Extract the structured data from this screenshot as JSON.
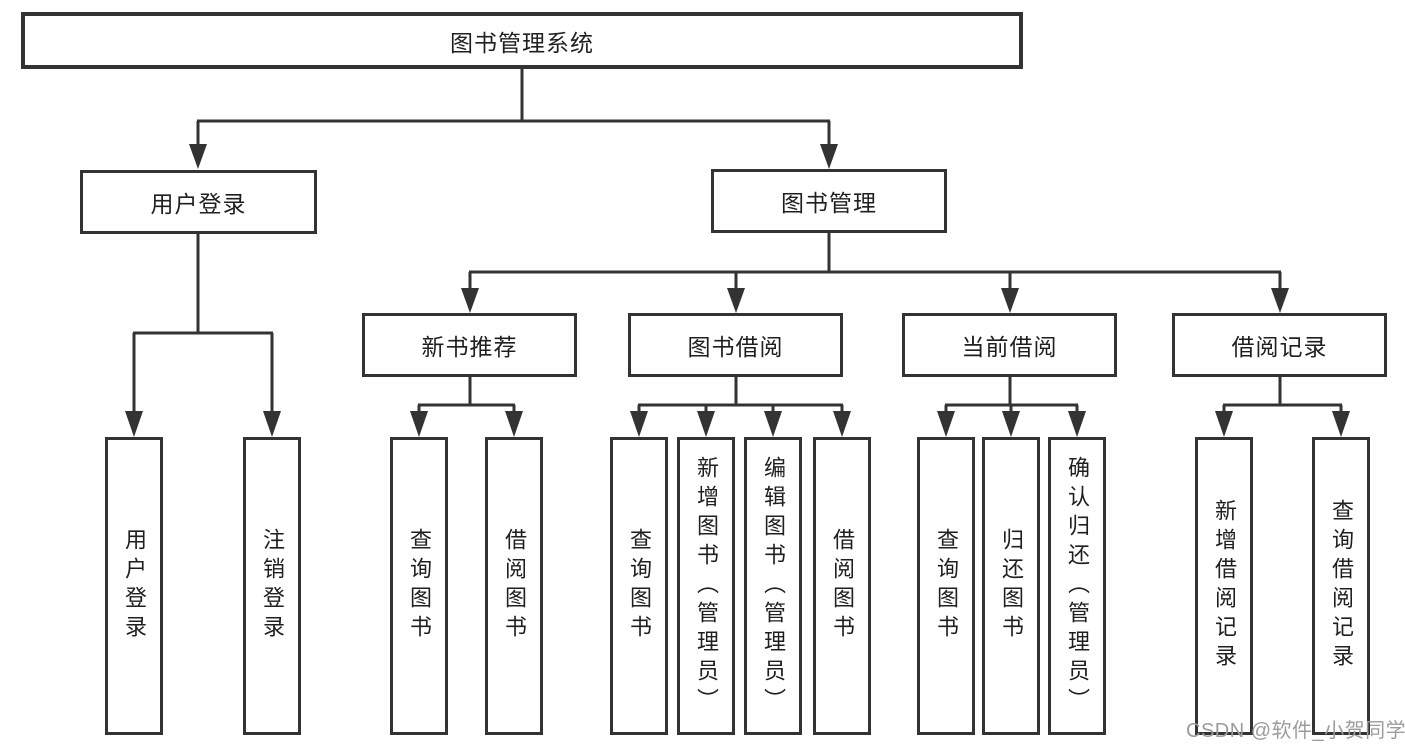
{
  "colors": {
    "line": "#333333",
    "box_border": "#333333",
    "box_background": "#ffffff",
    "text": "#1f1f1f",
    "watermark": "#9c9c9c",
    "background": "#ffffff"
  },
  "watermark": {
    "text": "CSDN @软件_小贺同学"
  },
  "tree": {
    "label": "图书管理系统",
    "children": [
      {
        "label": "用户登录",
        "children": [
          {
            "label": "用户登录"
          },
          {
            "label": "注销登录"
          }
        ]
      },
      {
        "label": "图书管理",
        "children": [
          {
            "label": "新书推荐",
            "children": [
              {
                "label": "查询图书"
              },
              {
                "label": "借阅图书"
              }
            ]
          },
          {
            "label": "图书借阅",
            "children": [
              {
                "label": "查询图书"
              },
              {
                "label": "新增图书（管理员）"
              },
              {
                "label": "编辑图书（管理员）"
              },
              {
                "label": "借阅图书"
              }
            ]
          },
          {
            "label": "当前借阅",
            "children": [
              {
                "label": "查询图书"
              },
              {
                "label": "归还图书"
              },
              {
                "label": "确认归还（管理员）"
              }
            ]
          },
          {
            "label": "借阅记录",
            "children": [
              {
                "label": "新增借阅记录"
              },
              {
                "label": "查询借阅记录"
              }
            ]
          }
        ]
      }
    ]
  }
}
